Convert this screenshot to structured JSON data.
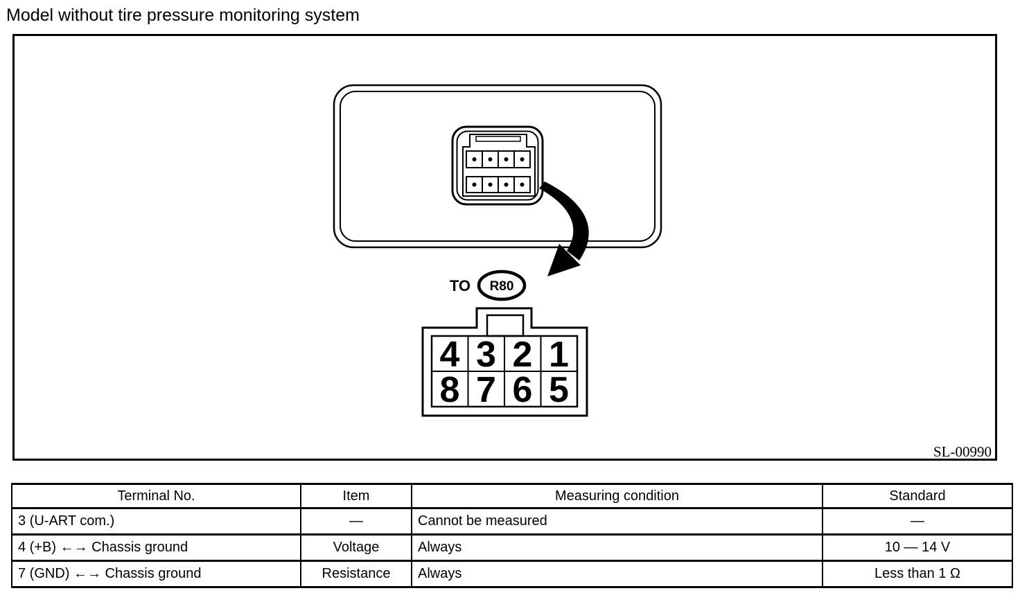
{
  "page": {
    "title": "Model without tire pressure monitoring system"
  },
  "diagram": {
    "figure_id": "SL-00990",
    "to_label": "TO",
    "connector_ref": "R80",
    "pins": {
      "top_row": [
        "4",
        "3",
        "2",
        "1"
      ],
      "bottom_row": [
        "8",
        "7",
        "6",
        "5"
      ]
    }
  },
  "table": {
    "headers": [
      "Terminal No.",
      "Item",
      "Measuring condition",
      "Standard"
    ],
    "rows": [
      [
        "3 (U-ART com.)",
        "—",
        "Cannot be measured",
        "—"
      ],
      [
        "4 (+B) ←→ Chassis ground",
        "Voltage",
        "Always",
        "10 — 14 V"
      ],
      [
        "7 (GND) ←→ Chassis ground",
        "Resistance",
        "Always",
        "Less than 1 Ω"
      ]
    ]
  },
  "colors": {
    "ink": "#000000",
    "background": "#ffffff"
  }
}
